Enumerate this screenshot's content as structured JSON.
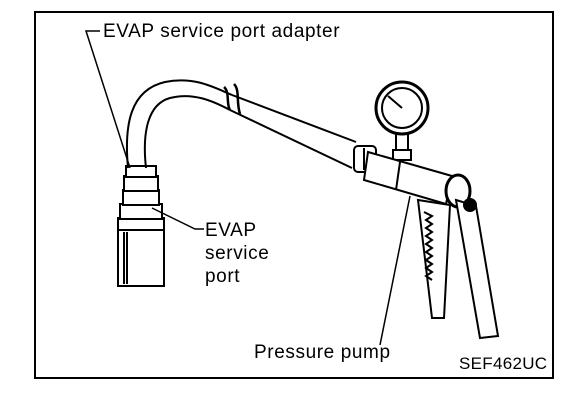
{
  "labels": {
    "adapter": "EVAP service port adapter",
    "port_lines": [
      "EVAP",
      "service",
      "port"
    ],
    "pump": "Pressure pump",
    "figure_code": "SEF462UC"
  }
}
